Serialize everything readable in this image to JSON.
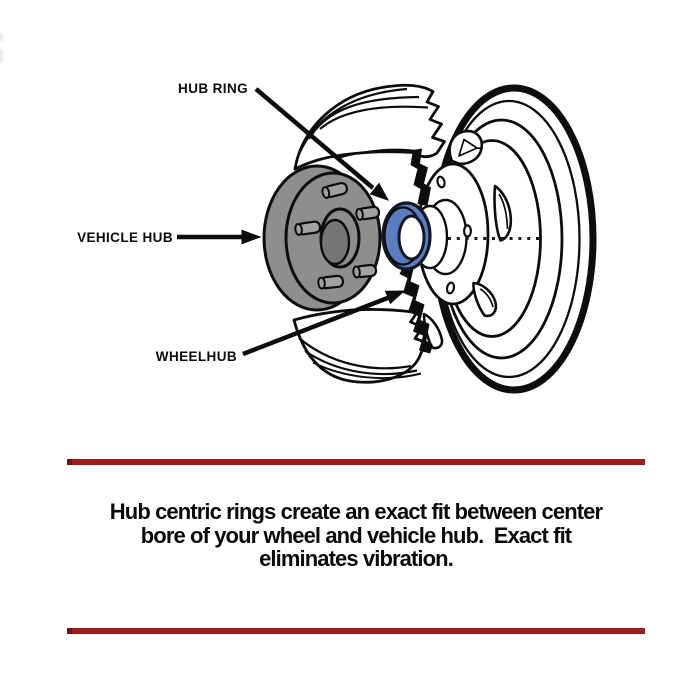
{
  "illustration": {
    "labels": {
      "hub_ring": "HUB RING",
      "vehicle_hub": "VEHICLE HUB",
      "wheelhub": "WHEELHUB"
    },
    "colors": {
      "hub_ring_blue": "#5b7cc1",
      "vehicle_hub_gray": "#8e8e8e",
      "outline_black": "#0d0d0d"
    }
  },
  "caption": {
    "line1": "Hub centric rings create an exact fit between center",
    "line2": "bore of your wheel and vehicle hub.  Exact fit",
    "line3": "eliminates vibration.",
    "divider_color": "#9e1c1c"
  }
}
